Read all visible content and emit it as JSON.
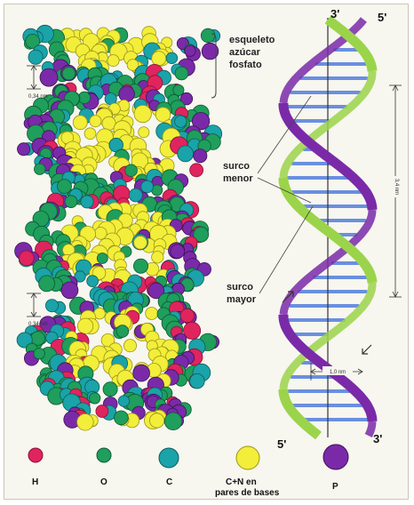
{
  "labels": {
    "backbone_line1": "esqueleto",
    "backbone_line2": "azúcar",
    "backbone_line3": "fosfato",
    "minor_groove_line1": "surco",
    "minor_groove_line2": "menor",
    "major_groove_line1": "surco",
    "major_groove_line2": "mayor",
    "spacing_top": "0,34 nm",
    "spacing_bottom": "0,34 nm",
    "pitch": "3,4 nm",
    "diameter": "1,0 nm",
    "end_top_left": "3'",
    "end_top_right": "5'",
    "end_bottom_left": "5'",
    "end_bottom_right": "3'"
  },
  "legend": [
    {
      "name": "H",
      "color": "#e0245e"
    },
    {
      "name": "O",
      "color": "#1f9e5c"
    },
    {
      "name": "C",
      "color": "#1aa3a8"
    },
    {
      "name": "C+N en",
      "name2": "pares de bases",
      "color": "#f2ee3a"
    },
    {
      "name": "P",
      "color": "#7a2aa8"
    }
  ],
  "colors": {
    "strand_green": "#9bd44a",
    "strand_purple": "#7a2aa8",
    "base_pair_blue": "#6a8fe0",
    "atom_yellow": "#f2ee3a",
    "atom_green": "#1f9e5c",
    "atom_teal": "#1aa3a8",
    "atom_red": "#e0245e",
    "atom_purple": "#7a2aa8"
  }
}
